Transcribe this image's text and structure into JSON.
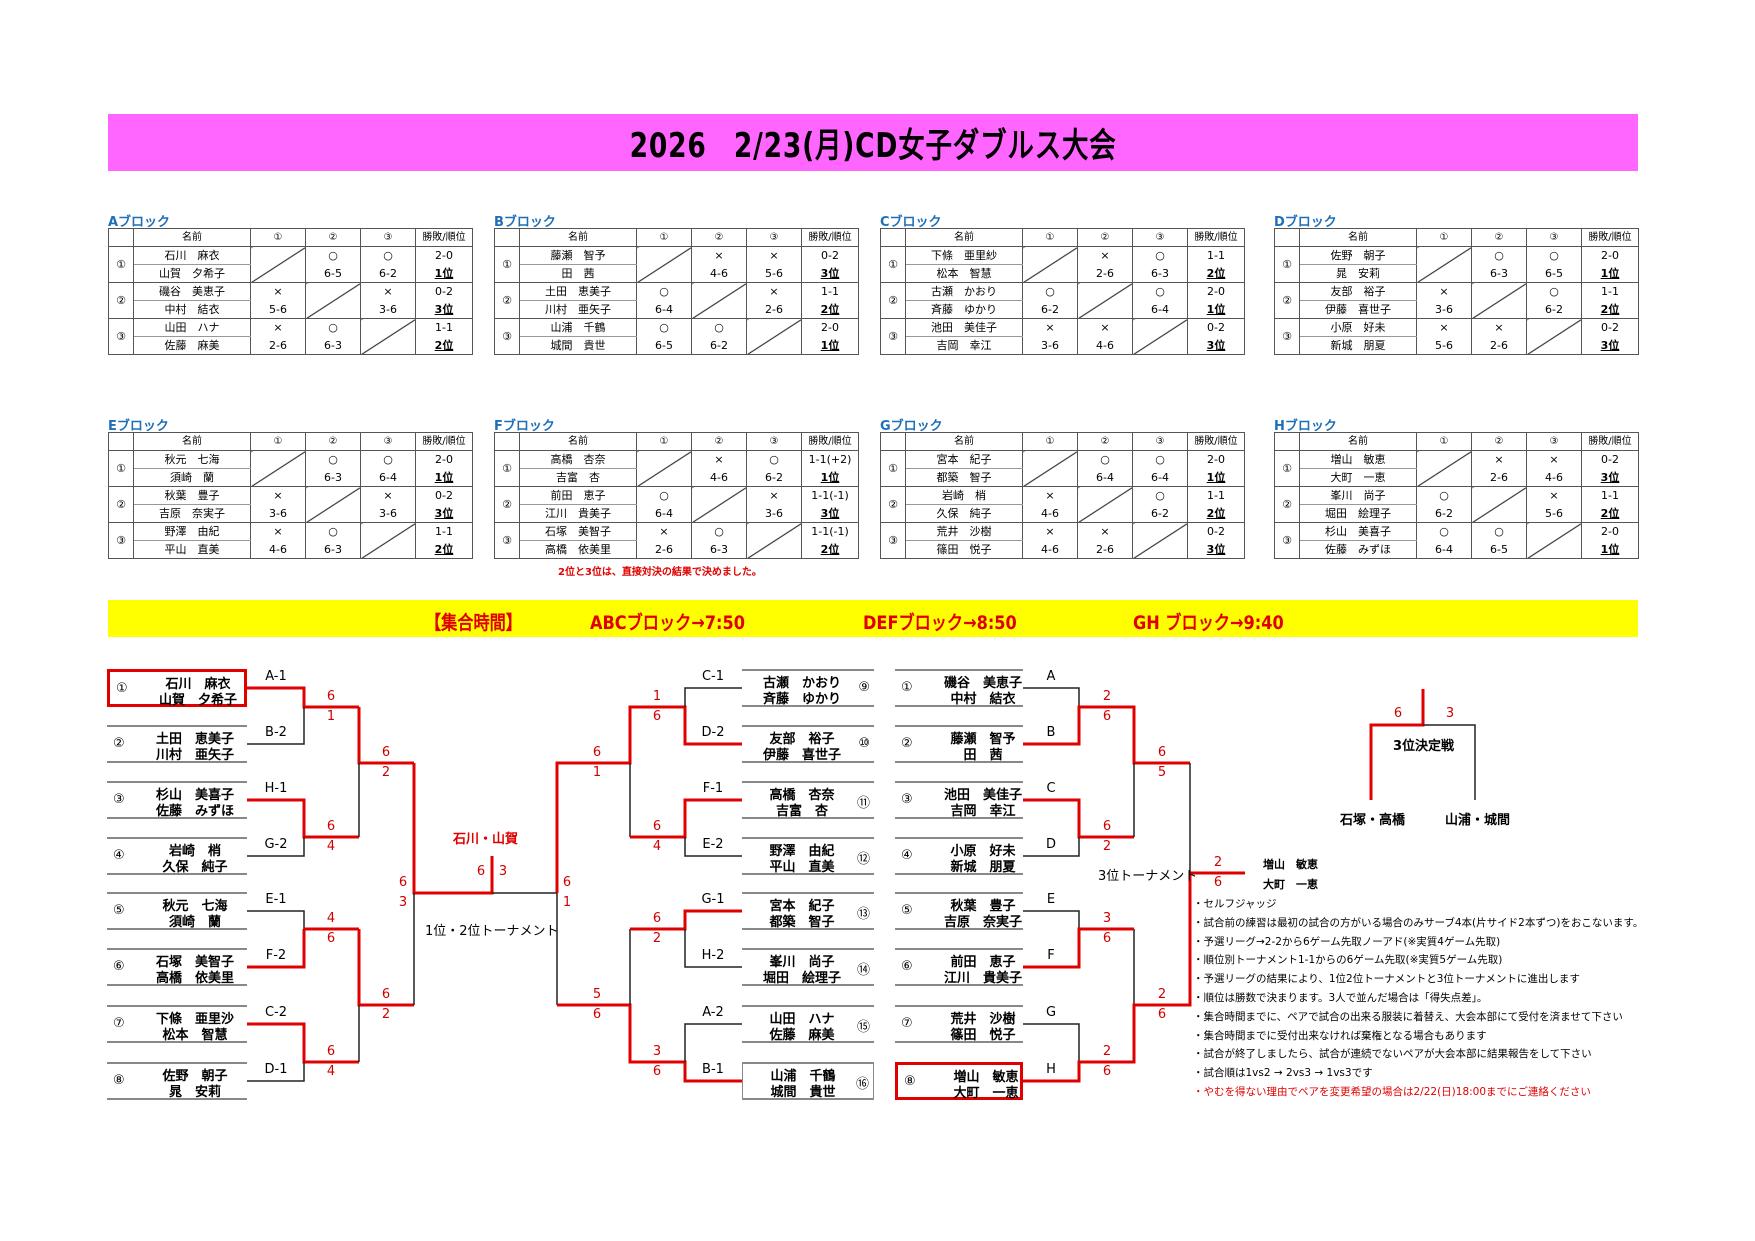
{
  "title": "2026　2/23(月)CD女子ダブルス大会",
  "table_header": {
    "name": "名前",
    "cols": [
      "①",
      "②",
      "③"
    ],
    "result": "勝敗/順位"
  },
  "blocks": [
    {
      "label": "Aブロック",
      "teams": [
        {
          "no": "①",
          "p1": "石川　麻衣",
          "p2": "山賀　夕希子",
          "res": [
            null,
            [
              "○",
              "6-5"
            ],
            [
              "○",
              "6-2"
            ]
          ],
          "record": "2-0",
          "rank": "1位"
        },
        {
          "no": "②",
          "p1": "磯谷　美恵子",
          "p2": "中村　結衣",
          "res": [
            [
              "×",
              "5-6"
            ],
            null,
            [
              "×",
              "3-6"
            ]
          ],
          "record": "0-2",
          "rank": "3位"
        },
        {
          "no": "③",
          "p1": "山田　ハナ",
          "p2": "佐藤　麻美",
          "res": [
            [
              "×",
              "2-6"
            ],
            [
              "○",
              "6-3"
            ],
            null
          ],
          "record": "1-1",
          "rank": "2位"
        }
      ]
    },
    {
      "label": "Bブロック",
      "teams": [
        {
          "no": "①",
          "p1": "藤瀬　智予",
          "p2": "田　茜",
          "res": [
            null,
            [
              "×",
              "4-6"
            ],
            [
              "×",
              "5-6"
            ]
          ],
          "record": "0-2",
          "rank": "3位"
        },
        {
          "no": "②",
          "p1": "土田　恵美子",
          "p2": "川村　亜矢子",
          "res": [
            [
              "○",
              "6-4"
            ],
            null,
            [
              "×",
              "2-6"
            ]
          ],
          "record": "1-1",
          "rank": "2位"
        },
        {
          "no": "③",
          "p1": "山浦　千鶴",
          "p2": "城間　貴世",
          "res": [
            [
              "○",
              "6-5"
            ],
            [
              "○",
              "6-2"
            ],
            null
          ],
          "record": "2-0",
          "rank": "1位"
        }
      ]
    },
    {
      "label": "Cブロック",
      "teams": [
        {
          "no": "①",
          "p1": "下條　亜里紗",
          "p2": "松本　智慧",
          "res": [
            null,
            [
              "×",
              "2-6"
            ],
            [
              "○",
              "6-3"
            ]
          ],
          "record": "1-1",
          "rank": "2位"
        },
        {
          "no": "②",
          "p1": "古瀬　かおり",
          "p2": "斉藤　ゆかり",
          "res": [
            [
              "○",
              "6-2"
            ],
            null,
            [
              "○",
              "6-4"
            ]
          ],
          "record": "2-0",
          "rank": "1位"
        },
        {
          "no": "③",
          "p1": "池田　美佳子",
          "p2": "吉岡　幸江",
          "res": [
            [
              "×",
              "3-6"
            ],
            [
              "×",
              "4-6"
            ],
            null
          ],
          "record": "0-2",
          "rank": "3位"
        }
      ]
    },
    {
      "label": "Dブロック",
      "teams": [
        {
          "no": "①",
          "p1": "佐野　朝子",
          "p2": "晁　安莉",
          "res": [
            null,
            [
              "○",
              "6-3"
            ],
            [
              "○",
              "6-5"
            ]
          ],
          "record": "2-0",
          "rank": "1位"
        },
        {
          "no": "②",
          "p1": "友部　裕子",
          "p2": "伊藤　喜世子",
          "res": [
            [
              "×",
              "3-6"
            ],
            null,
            [
              "○",
              "6-2"
            ]
          ],
          "record": "1-1",
          "rank": "2位"
        },
        {
          "no": "③",
          "p1": "小原　好未",
          "p2": "新城　朋夏",
          "res": [
            [
              "×",
              "5-6"
            ],
            [
              "×",
              "2-6"
            ],
            null
          ],
          "record": "0-2",
          "rank": "3位"
        }
      ]
    },
    {
      "label": "Eブロック",
      "teams": [
        {
          "no": "①",
          "p1": "秋元　七海",
          "p2": "須崎　蘭",
          "res": [
            null,
            [
              "○",
              "6-3"
            ],
            [
              "○",
              "6-4"
            ]
          ],
          "record": "2-0",
          "rank": "1位"
        },
        {
          "no": "②",
          "p1": "秋葉　豊子",
          "p2": "吉原　奈実子",
          "res": [
            [
              "×",
              "3-6"
            ],
            null,
            [
              "×",
              "3-6"
            ]
          ],
          "record": "0-2",
          "rank": "3位"
        },
        {
          "no": "③",
          "p1": "野澤　由紀",
          "p2": "平山　直美",
          "res": [
            [
              "×",
              "4-6"
            ],
            [
              "○",
              "6-3"
            ],
            null
          ],
          "record": "1-1",
          "rank": "2位"
        }
      ]
    },
    {
      "label": "Fブロック",
      "teams": [
        {
          "no": "①",
          "p1": "高橋　杏奈",
          "p2": "吉富　杏",
          "res": [
            null,
            [
              "×",
              "4-6"
            ],
            [
              "○",
              "6-2"
            ]
          ],
          "record": "1-1(+2)",
          "rank": "1位"
        },
        {
          "no": "②",
          "p1": "前田　恵子",
          "p2": "江川　貴美子",
          "res": [
            [
              "○",
              "6-4"
            ],
            null,
            [
              "×",
              "3-6"
            ]
          ],
          "record": "1-1(-1)",
          "rank": "3位"
        },
        {
          "no": "③",
          "p1": "石塚　美智子",
          "p2": "高橋　依美里",
          "res": [
            [
              "×",
              "2-6"
            ],
            [
              "○",
              "6-3"
            ],
            null
          ],
          "record": "1-1(-1)",
          "rank": "2位"
        }
      ]
    },
    {
      "label": "Gブロック",
      "teams": [
        {
          "no": "①",
          "p1": "宮本　紀子",
          "p2": "都築　智子",
          "res": [
            null,
            [
              "○",
              "6-4"
            ],
            [
              "○",
              "6-4"
            ]
          ],
          "record": "2-0",
          "rank": "1位"
        },
        {
          "no": "②",
          "p1": "岩崎　梢",
          "p2": "久保　純子",
          "res": [
            [
              "×",
              "4-6"
            ],
            null,
            [
              "○",
              "6-2"
            ]
          ],
          "record": "1-1",
          "rank": "2位"
        },
        {
          "no": "③",
          "p1": "荒井　沙樹",
          "p2": "篠田　悦子",
          "res": [
            [
              "×",
              "4-6"
            ],
            [
              "×",
              "2-6"
            ],
            null
          ],
          "record": "0-2",
          "rank": "3位"
        }
      ]
    },
    {
      "label": "Hブロック",
      "teams": [
        {
          "no": "①",
          "p1": "増山　敏恵",
          "p2": "大町　一恵",
          "res": [
            null,
            [
              "×",
              "2-6"
            ],
            [
              "×",
              "4-6"
            ]
          ],
          "record": "0-2",
          "rank": "3位"
        },
        {
          "no": "②",
          "p1": "峯川　尚子",
          "p2": "堀田　絵理子",
          "res": [
            [
              "○",
              "6-2"
            ],
            null,
            [
              "×",
              "5-6"
            ]
          ],
          "record": "1-1",
          "rank": "2位"
        },
        {
          "no": "③",
          "p1": "杉山　美喜子",
          "p2": "佐藤　みずほ",
          "res": [
            [
              "○",
              "6-4"
            ],
            [
              "○",
              "6-5"
            ],
            null
          ],
          "record": "2-0",
          "rank": "1位"
        }
      ]
    }
  ],
  "block_note": "2位と3位は、直接対決の結果で決めました。",
  "assembly": {
    "label": "【集合時間】",
    "abc": "ABCブロック→7:50",
    "def": "DEFブロック→8:50",
    "gh": "GH ブロック→9:40"
  },
  "main_bracket": {
    "title": "1位・2位トーナメント",
    "champion": "石川・山賀",
    "final_result": [
      "6",
      "3"
    ],
    "entries": [
      {
        "no": "①",
        "seed": "A-1",
        "p1": "石川　麻衣",
        "p2": "山賀　夕希子"
      },
      {
        "no": "②",
        "seed": "B-2",
        "p1": "土田　恵美子",
        "p2": "川村　亜矢子"
      },
      {
        "no": "③",
        "seed": "H-1",
        "p1": "杉山　美喜子",
        "p2": "佐藤　みずほ"
      },
      {
        "no": "④",
        "seed": "G-2",
        "p1": "岩崎　梢",
        "p2": "久保　純子"
      },
      {
        "no": "⑤",
        "seed": "E-1",
        "p1": "秋元　七海",
        "p2": "須崎　蘭"
      },
      {
        "no": "⑥",
        "seed": "F-2",
        "p1": "石塚　美智子",
        "p2": "高橋　依美里"
      },
      {
        "no": "⑦",
        "seed": "C-2",
        "p1": "下條　亜里沙",
        "p2": "松本　智慧"
      },
      {
        "no": "⑧",
        "seed": "D-1",
        "p1": "佐野　朝子",
        "p2": "晁　安莉"
      },
      {
        "no": "⑨",
        "seed": "C-1",
        "p1": "古瀬　かおり",
        "p2": "斉藤　ゆかり"
      },
      {
        "no": "⑩",
        "seed": "D-2",
        "p1": "友部　裕子",
        "p2": "伊藤　喜世子"
      },
      {
        "no": "⑪",
        "seed": "F-1",
        "p1": "高橋　杏奈",
        "p2": "吉富　杏"
      },
      {
        "no": "⑫",
        "seed": "E-2",
        "p1": "野澤　由紀",
        "p2": "平山　直美"
      },
      {
        "no": "⑬",
        "seed": "G-1",
        "p1": "宮本　紀子",
        "p2": "都築　智子"
      },
      {
        "no": "⑭",
        "seed": "H-2",
        "p1": "峯川　尚子",
        "p2": "堀田　絵理子"
      },
      {
        "no": "⑮",
        "seed": "A-2",
        "p1": "山田　ハナ",
        "p2": "佐藤　麻美"
      },
      {
        "no": "⑯",
        "seed": "B-1",
        "p1": "山浦　千鶴",
        "p2": "城間　貴世"
      }
    ],
    "scores": [
      [
        "6",
        "1"
      ],
      [
        "6",
        "4"
      ],
      [
        "4",
        "6"
      ],
      [
        "6",
        "4"
      ],
      [
        "6",
        "2"
      ],
      [
        "6",
        "2"
      ],
      [
        "6",
        "3"
      ],
      [
        "6",
        "1"
      ],
      [
        "6",
        "1"
      ],
      [
        "5",
        "6"
      ],
      [
        "1",
        "6"
      ],
      [
        "6",
        "4"
      ],
      [
        "6",
        "2"
      ],
      [
        "3",
        "6"
      ]
    ]
  },
  "third_bracket": {
    "title": "3位トーナメント",
    "winner": [
      "増山　敏恵",
      "大町　一恵"
    ],
    "entries": [
      {
        "no": "①",
        "seed": "A",
        "p1": "磯谷　美恵子",
        "p2": "中村　結衣"
      },
      {
        "no": "②",
        "seed": "B",
        "p1": "藤瀬　智予",
        "p2": "田　茜"
      },
      {
        "no": "③",
        "seed": "C",
        "p1": "池田　美佳子",
        "p2": "吉岡　幸江"
      },
      {
        "no": "④",
        "seed": "D",
        "p1": "小原　好未",
        "p2": "新城　朋夏"
      },
      {
        "no": "⑤",
        "seed": "E",
        "p1": "秋葉　豊子",
        "p2": "吉原　奈実子"
      },
      {
        "no": "⑥",
        "seed": "F",
        "p1": "前田　恵子",
        "p2": "江川　貴美子"
      },
      {
        "no": "⑦",
        "seed": "G",
        "p1": "荒井　沙樹",
        "p2": "篠田　悦子"
      },
      {
        "no": "⑧",
        "seed": "H",
        "p1": "増山　敏恵",
        "p2": "大町　一恵"
      }
    ],
    "scores": [
      [
        "2",
        "6"
      ],
      [
        "6",
        "2"
      ],
      [
        "3",
        "6"
      ],
      [
        "2",
        "6"
      ],
      [
        "6",
        "5"
      ],
      [
        "2",
        "6"
      ],
      [
        "2",
        "6"
      ]
    ]
  },
  "third_place_match": {
    "title": "3位決定戦",
    "left": "石塚・高橋",
    "right": "山浦・城間",
    "scores": [
      "6",
      "3"
    ]
  },
  "notes": [
    "・セルフジャッジ",
    "・試合前の練習は最初の試合の方がいる場合のみサーブ4本(片サイド2本ずつ)をおこないます。",
    "・予選リーグ→2-2から6ゲーム先取ノーアド(※実質4ゲーム先取)",
    "・順位別トーナメント1-1からの6ゲーム先取(※実質5ゲーム先取)",
    "・予選リーグの結果により、1位2位トーナメントと3位トーナメントに進出します",
    "・順位は勝数で決まります。3人で並んだ場合は「得失点差」。",
    "・集合時間までに、ペアで試合の出来る服装に着替え、大会本部にて受付を済ませて下さい",
    "・集合時間までに受付出来なければ棄権となる場合もあります",
    "・試合が終了しましたら、試合が連続でないペアが大会本部に結果報告をして下さい",
    "・試合順は1vs2 → 2vs3 → 1vs3です",
    "・やむを得ない理由でペアを変更希望の場合は2/22(日)18:00までにご連絡ください"
  ],
  "colors": {
    "title_bg": "#ff66ff",
    "assembly_bg": "#ffff00",
    "win_line": "#e00000",
    "block_label": "#1f6fb8"
  }
}
